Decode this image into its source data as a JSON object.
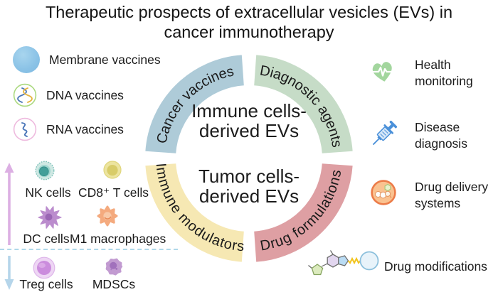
{
  "title": {
    "line1": "Therapeutic prospects of extracellular vesicles (EVs) in",
    "line2": "cancer immunotherapy"
  },
  "donut": {
    "segments": [
      {
        "id": "cancer-vaccines",
        "label": "Cancer vaccines",
        "color": "#aecbd8"
      },
      {
        "id": "diagnostic-agents",
        "label": "Diagnostic agents",
        "color": "#c6dcc7"
      },
      {
        "id": "immune-modulators",
        "label": "Immune modulators",
        "color": "#f6e8b3"
      },
      {
        "id": "drug-formulations",
        "label": "Drug formulations",
        "color": "#de9fa3"
      }
    ],
    "center_top": {
      "line1": "Immune cells-",
      "line2": "derived EVs"
    },
    "center_bottom": {
      "line1": "Tumor cells-",
      "line2": "derived EVs"
    }
  },
  "left_panel": {
    "vaccines": [
      {
        "label": "Membrane vaccines",
        "icon": "membrane-vaccine-icon"
      },
      {
        "label": "DNA vaccines",
        "icon": "dna-helix-icon"
      },
      {
        "label": "RNA vaccines",
        "icon": "rna-strand-icon"
      }
    ],
    "cells_up": [
      {
        "label": "NK cells",
        "icon": "nk-cell-icon"
      },
      {
        "label": "CD8⁺ T cells",
        "icon": "cd8-t-cell-icon"
      },
      {
        "label": "DC cells",
        "icon": "dc-cell-icon"
      },
      {
        "label": "M1 macrophages",
        "icon": "m1-macrophage-icon"
      }
    ],
    "cells_down": [
      {
        "label": "Treg cells",
        "icon": "treg-cell-icon"
      },
      {
        "label": "MDSCs",
        "icon": "mdsc-cell-icon"
      }
    ],
    "arrows": {
      "up_color": "#dcafe3",
      "down_color": "#b5d5ea",
      "divider_color": "#b0d8e9"
    }
  },
  "right_panel": {
    "items": [
      {
        "label": "Health monitoring",
        "icon": "heart-pulse-icon"
      },
      {
        "label": "Disease diagnosis",
        "icon": "syringe-icon"
      },
      {
        "label": "Drug delivery systems",
        "icon": "drug-carrier-icon"
      },
      {
        "label": "Drug modifications",
        "icon": "molecule-icon"
      }
    ]
  }
}
